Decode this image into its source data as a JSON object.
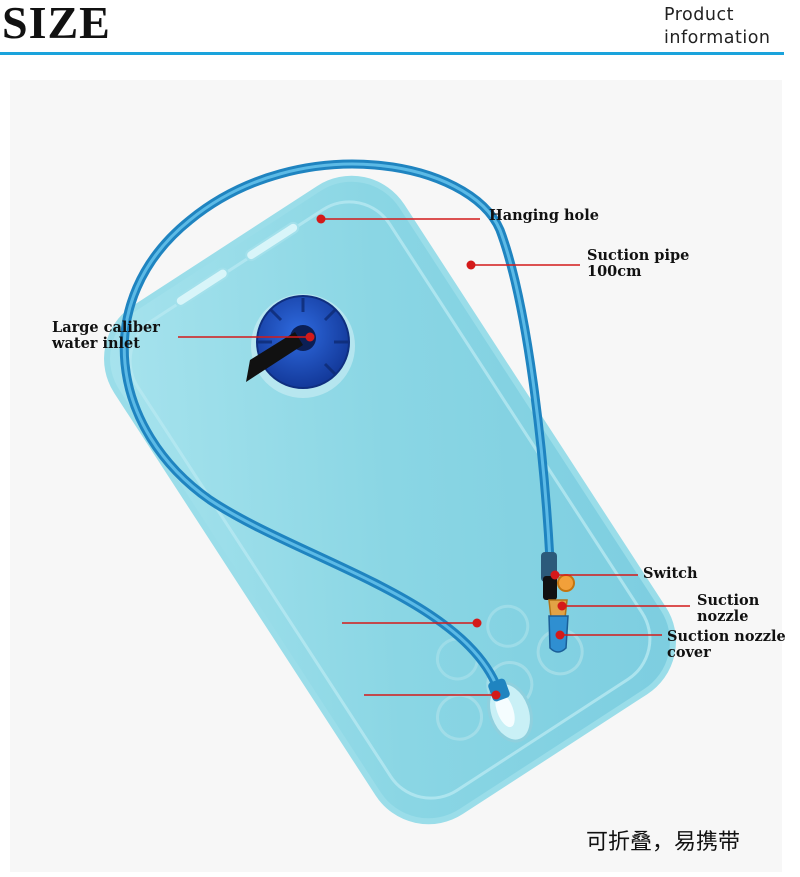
{
  "header": {
    "title": "SIZE",
    "subtitle_line1": "Product",
    "subtitle_line2": "information",
    "accent_color": "#1aa3dc"
  },
  "callouts": {
    "hanging_hole": "Hanging hole",
    "suction_pipe_line1": "Suction pipe",
    "suction_pipe_line2": "100cm",
    "water_inlet_line1": "Large caliber",
    "water_inlet_line2": "water inlet",
    "switch": "Switch",
    "nozzle_line1": "Suction",
    "nozzle_line2": "nozzle",
    "nozzle_cover_line1": "Suction nozzle",
    "nozzle_cover_line2": "cover",
    "leader_color": "#d41a1a"
  },
  "product": {
    "bladder_color": "#8fd9e6",
    "tube_color": "#2a9fd6",
    "cap_color": "#1a4fc4"
  },
  "caption": "可折叠，易携带"
}
